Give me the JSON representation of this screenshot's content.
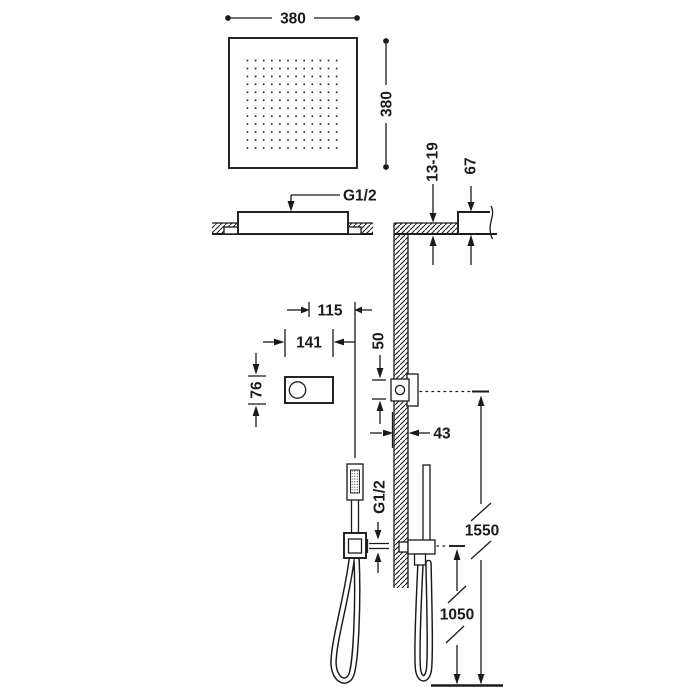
{
  "diagram": {
    "line_color": "#1a1a1a",
    "background": "#ffffff"
  },
  "dims": {
    "head_width": "380",
    "head_height": "380",
    "ceiling_recess_depth": "13-19",
    "head_visible_depth": "67",
    "ceiling_thread": "G1/2",
    "control_center_to_outlet": "115",
    "control_width": "141",
    "control_height": "76",
    "outlet_box_height": "50",
    "wall_embed_depth": "43",
    "hose_thread": "G1/2",
    "control_height_from_floor": "1550",
    "handshower_height_from_floor": "1050"
  },
  "spray_grid": {
    "rows": 12,
    "cols": 12
  }
}
